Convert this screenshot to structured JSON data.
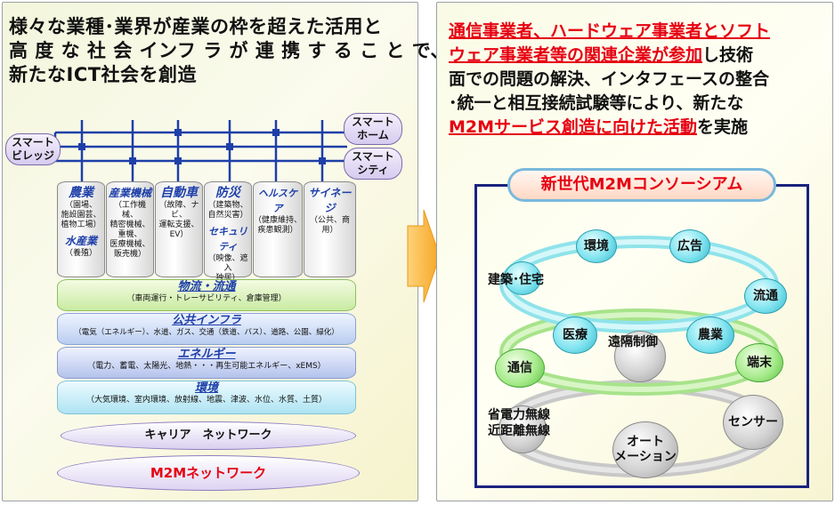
{
  "left": {
    "heading": [
      "様々な業種･業界が産業の枠を超えた活用と",
      "高 度 な 社 会 インフ ラ が 連 携 す る こ と で、",
      "新たなICT社会を創造"
    ],
    "pills": {
      "village": [
        "スマート",
        "ビレッジ"
      ],
      "home": [
        "スマート",
        "ホーム"
      ],
      "city": [
        "スマート",
        "シティ"
      ]
    },
    "columns": [
      {
        "title": "農業",
        "sub": [
          "（園場、",
          "施設園芸、",
          "植物工場）"
        ],
        "title2": "水産業",
        "sub2": [
          "（養殖）"
        ]
      },
      {
        "title": "産業機械",
        "sub": [
          "（工作機械、",
          "精密機械、",
          "重機、",
          "医療機械、",
          "販売機）"
        ]
      },
      {
        "title": "自動車",
        "sub": [
          "（故障、ナビ、",
          "運転支援、",
          "EV）"
        ]
      },
      {
        "title": "防災",
        "sub": [
          "（建築物、",
          "自然災害）"
        ],
        "title2": "セキュリティ",
        "sub2": [
          "（映像、遮入",
          "独居）"
        ]
      },
      {
        "title": "ヘルスケア",
        "sub": [
          "（健康維持、",
          "疾患観測）"
        ]
      },
      {
        "title": "サイネージ",
        "sub": [
          "（公共、商用）"
        ]
      }
    ],
    "layers": [
      {
        "title": "物流・流通",
        "sub": "（車両運行・トレーサビリティ、倉庫管理）"
      },
      {
        "title": "公共インフラ",
        "sub": "（電気（エネルギー）、水道、ガス、交通（鉄道、バス）、道路、公園、緑化）"
      },
      {
        "title": "エネルギー",
        "sub": "（電力、蓄電、太陽光、地熱・・・再生可能エネルギー、xEMS）"
      },
      {
        "title": "環境",
        "sub": "（大気環境、室内環境、放射線、地震、津波、水位、水質、土質）"
      }
    ],
    "carrier": "キャリア　ネットワーク",
    "m2m": "M2Mネットワーク"
  },
  "right": {
    "heading_red1": "通信事業者、ハードウェア事業者とソフト",
    "heading_red2": "ウェア事業者等の関連企業が参加",
    "heading_rest2": "し技術",
    "heading_line3": "面での問題の解決、インタフェースの整合",
    "heading_line4": "･統一と相互接続試験等により、新たな",
    "heading_red5": "M2Mサービス創造に向けた活動",
    "heading_rest5": "を実施",
    "consortium": "新世代M2Mコンソーシアム",
    "nodes": {
      "kankyo": "環境",
      "koukoku": "広告",
      "kenchiku": "建築･住宅",
      "ryutsu": "流通",
      "iryo": "医療",
      "nogyo": "農業",
      "enkaku": "遠隔制御",
      "tsushin": "通信",
      "tanmatsu": "端末",
      "shodenryoku": [
        "省電力無線",
        "近距離無線"
      ],
      "sensor": "センサー",
      "auto": [
        "オート",
        "メーション"
      ]
    }
  },
  "colors": {
    "accent_red": "#e60012",
    "title_blue": "#1e3fa8",
    "arrow_orange": "#f5a623",
    "frame_navy": "#1a237e"
  }
}
